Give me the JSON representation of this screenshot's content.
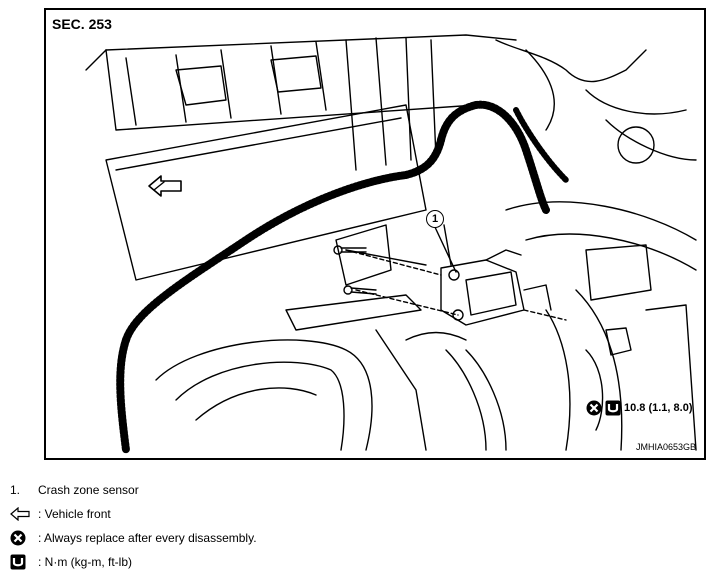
{
  "section": "SEC. 253",
  "diagram_code": "JMHIA0653GB",
  "callout_number": "1",
  "torque_value": "10.8 (1.1, 8.0)",
  "legend": {
    "item1_number": "1.",
    "item1_label": "Crash zone sensor",
    "vehicle_front": ": Vehicle front",
    "always_replace": ": Always replace after every disassembly.",
    "torque_units": ": N·m (kg-m, ft-lb)"
  }
}
